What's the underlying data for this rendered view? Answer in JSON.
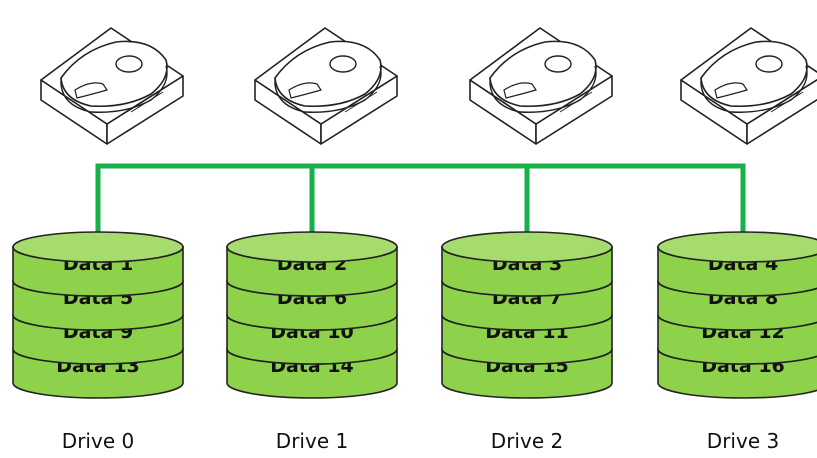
{
  "colors": {
    "bus": "#19b04a",
    "disk_fill": "#8ed14a",
    "disk_top": "#a6dc6e",
    "outline": "#222222",
    "hdd_fill": "#ffffff"
  },
  "icons": [
    "hard-drive-icon",
    "hard-drive-icon",
    "hard-drive-icon",
    "hard-drive-icon"
  ],
  "drives": [
    {
      "label": "Drive 0",
      "blocks": [
        "Data 1",
        "Data 5",
        "Data 9",
        "Data 13"
      ]
    },
    {
      "label": "Drive 1",
      "blocks": [
        "Data 2",
        "Data 6",
        "Data 10",
        "Data 14"
      ]
    },
    {
      "label": "Drive 2",
      "blocks": [
        "Data 3",
        "Data 7",
        "Data 11",
        "Data 15"
      ]
    },
    {
      "label": "Drive 3",
      "blocks": [
        "Data 4",
        "Data 8",
        "Data 12",
        "Data 16"
      ]
    }
  ]
}
